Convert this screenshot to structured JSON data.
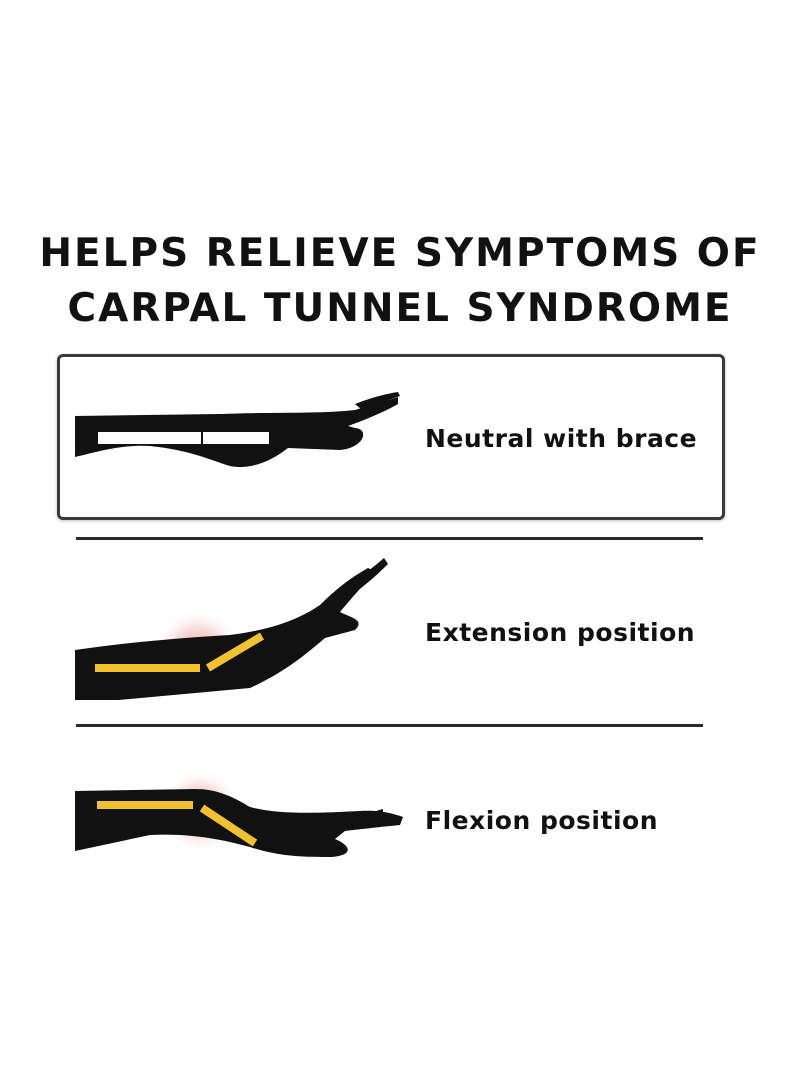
{
  "headline": {
    "line1": "HELPS RELIEVE SYMPTOMS OF",
    "line2": "CARPAL TUNNEL SYNDROME"
  },
  "positions": [
    {
      "label": "Neutral with brace",
      "icon": "arm-neutral-brace-icon",
      "highlighted": true
    },
    {
      "label": "Extension position",
      "icon": "arm-extension-icon",
      "highlighted": false
    },
    {
      "label": "Flexion position",
      "icon": "arm-flexion-icon",
      "highlighted": false
    }
  ],
  "colors": {
    "silhouette": "#111111",
    "brace": "#ffffff",
    "tendon": "#f2c12e",
    "pain_glow": "#e8454a",
    "frame": "#3a3a3a"
  }
}
